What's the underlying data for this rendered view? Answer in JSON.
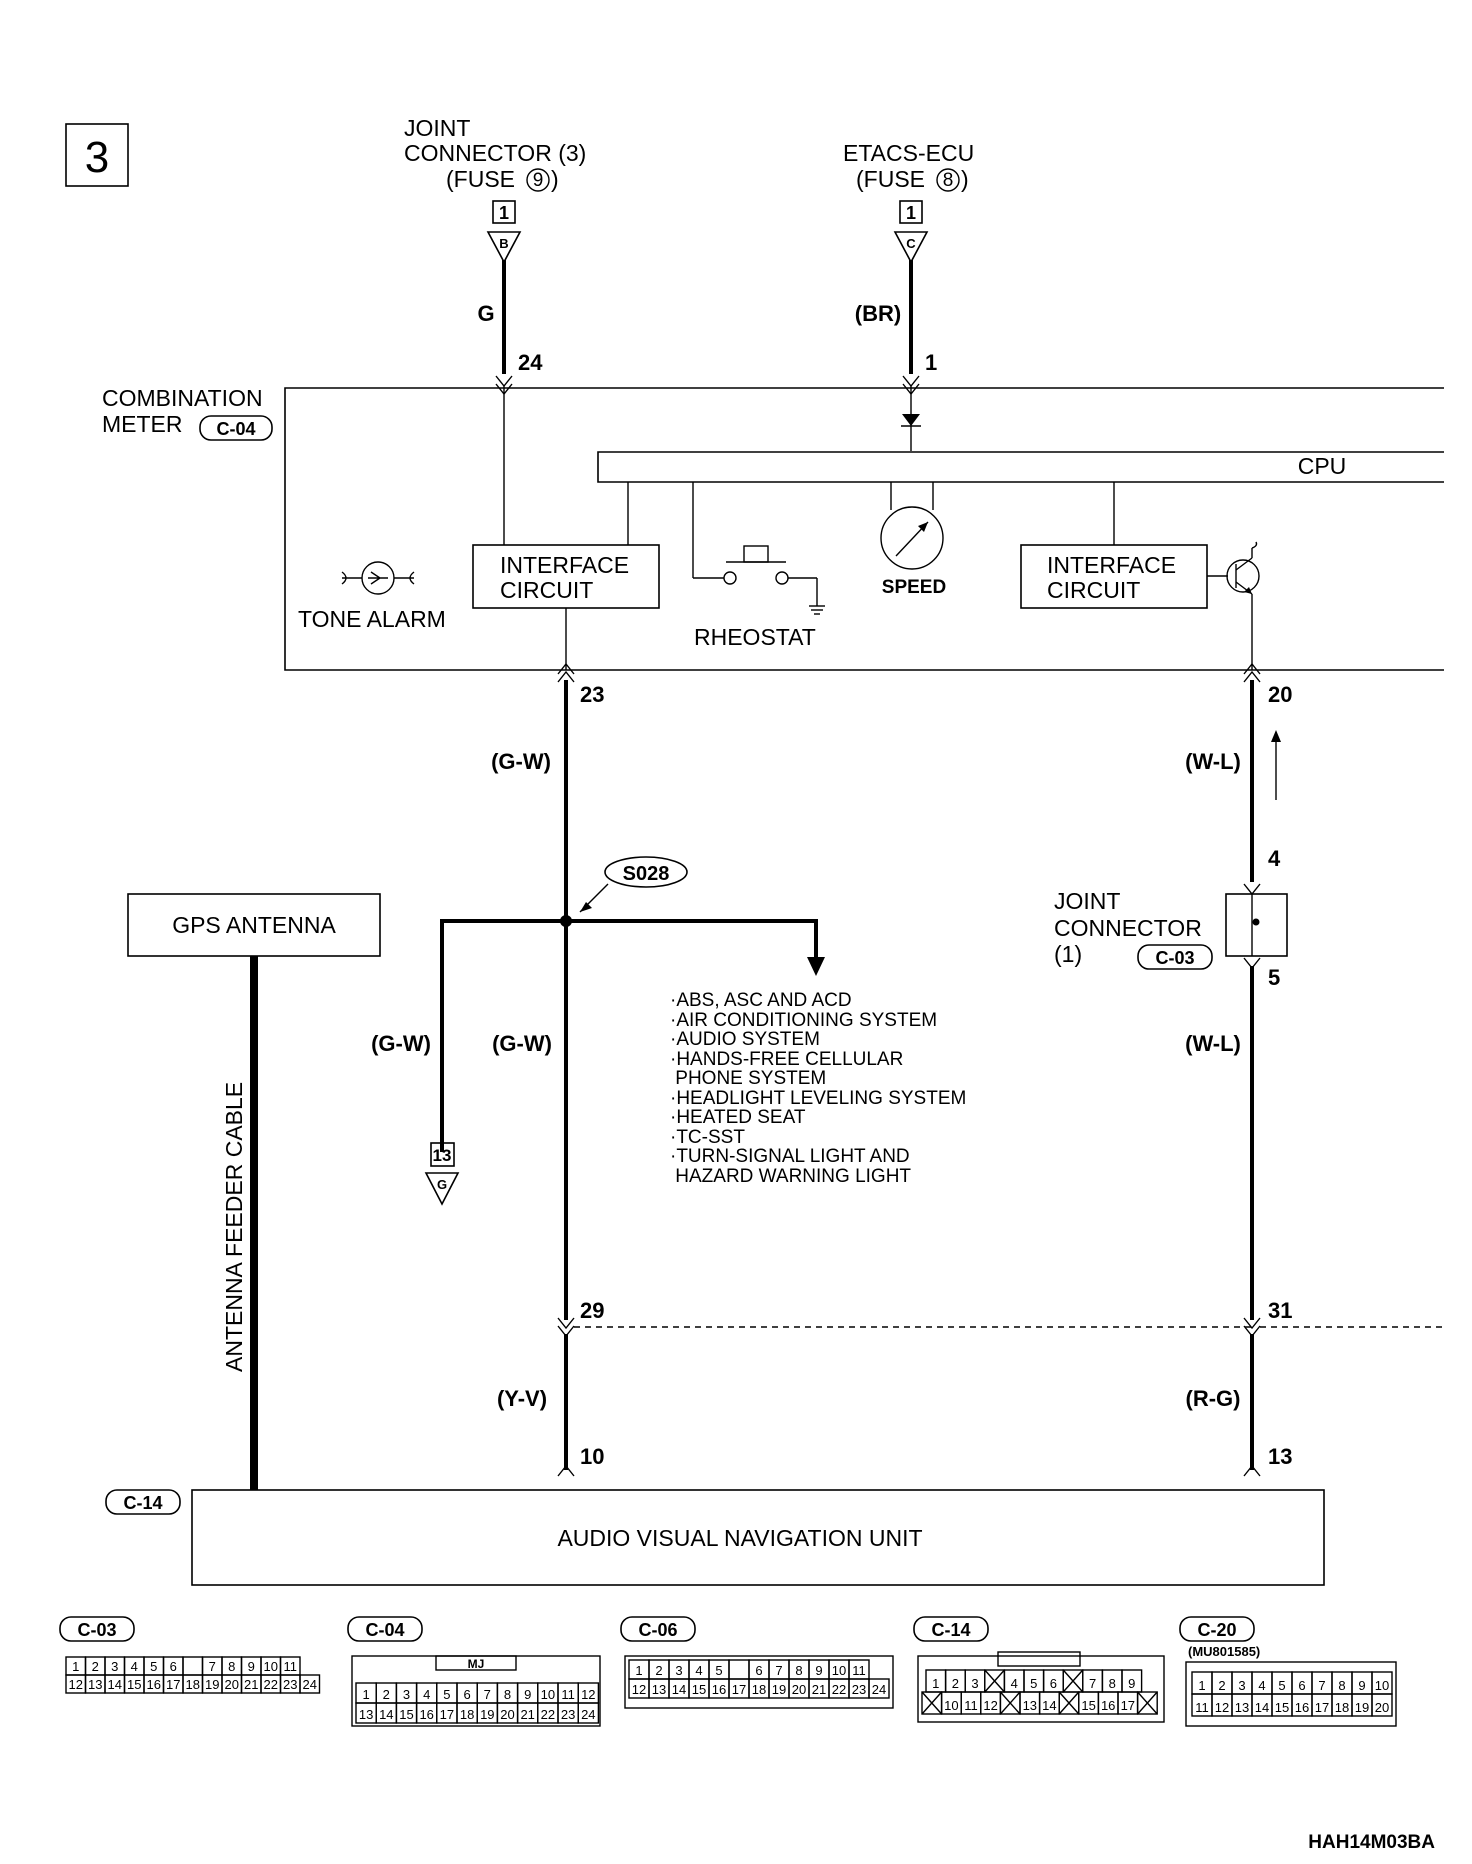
{
  "page_number": "3",
  "drawing_code": "HAH14M03BA",
  "joint_connector_3": {
    "line1": "JOINT",
    "line2": "CONNECTOR (3)",
    "fuse_prefix": "(FUSE",
    "fuse_number": "9",
    "fuse_suffix": ")",
    "terminal_box": "1",
    "terminal_letter": "B",
    "wire_color": "G",
    "pin": "24"
  },
  "etacs_ecu": {
    "line1": "ETACS-ECU",
    "fuse_prefix": "(FUSE",
    "fuse_number": "8",
    "fuse_suffix": ")",
    "terminal_box": "1",
    "terminal_letter": "C",
    "wire_color": "(BR)",
    "pin": "1"
  },
  "combination_meter": {
    "line1": "COMBINATION",
    "line2": "METER",
    "connector": "C-04",
    "cpu_label": "CPU",
    "interface_left": [
      "INTERFACE",
      "CIRCUIT"
    ],
    "interface_right": [
      "INTERFACE",
      "CIRCUIT"
    ],
    "tone_alarm": "TONE ALARM",
    "rheostat": "RHEOSTAT",
    "speed": "SPEED",
    "pin_left": "23",
    "pin_right": "20"
  },
  "left_circuit": {
    "wire_upper": "(G-W)",
    "splice": "S028",
    "branch_wire": "(G-W)",
    "wire_lower": "(G-W)",
    "terminal_box": "13",
    "terminal_letter": "G",
    "pin_29": "29",
    "wire_bottom": "(Y-V)",
    "pin_10": "10"
  },
  "branch_list": [
    "·ABS, ASC AND ACD",
    "·AIR CONDITIONING SYSTEM",
    "·AUDIO SYSTEM",
    "·HANDS-FREE CELLULAR",
    " PHONE SYSTEM",
    "·HEADLIGHT LEVELING SYSTEM",
    "·HEATED SEAT",
    "·TC-SST",
    "·TURN-SIGNAL LIGHT AND",
    " HAZARD WARNING LIGHT"
  ],
  "right_circuit": {
    "wire_upper": "(W-L)",
    "pin_4": "4",
    "joint_line1": "JOINT",
    "joint_line2": "CONNECTOR",
    "joint_line3": "(1)",
    "joint_connector": "C-03",
    "pin_5": "5",
    "wire_lower": "(W-L)",
    "pin_31": "31",
    "wire_bottom": "(R-G)",
    "pin_13": "13"
  },
  "gps": {
    "antenna": "GPS ANTENNA",
    "cable": "ANTENNA FEEDER CABLE"
  },
  "av_unit": {
    "connector": "C-14",
    "label": "AUDIO VISUAL NAVIGATION UNIT"
  },
  "connectors": [
    {
      "id": "C-03",
      "top": [
        "1",
        "2",
        "3",
        "4",
        "5",
        "6",
        "",
        "7",
        "8",
        "9",
        "10",
        "11"
      ],
      "bottom": [
        "12",
        "13",
        "14",
        "15",
        "16",
        "17",
        "18",
        "19",
        "20",
        "21",
        "22",
        "23",
        "24"
      ]
    },
    {
      "id": "C-04",
      "tab": "MJ",
      "top": [
        "1",
        "2",
        "3",
        "4",
        "5",
        "6",
        "7",
        "8",
        "9",
        "10",
        "11",
        "12"
      ],
      "bottom": [
        "13",
        "14",
        "15",
        "16",
        "17",
        "18",
        "19",
        "20",
        "21",
        "22",
        "23",
        "24"
      ]
    },
    {
      "id": "C-06",
      "top": [
        "1",
        "2",
        "3",
        "4",
        "5",
        "",
        "6",
        "7",
        "8",
        "9",
        "10",
        "11"
      ],
      "bottom": [
        "12",
        "13",
        "14",
        "15",
        "16",
        "17",
        "18",
        "19",
        "20",
        "21",
        "22",
        "23",
        "24"
      ]
    },
    {
      "id": "C-14",
      "top": [
        "1",
        "2",
        "3",
        "X",
        "4",
        "5",
        "6",
        "X",
        "7",
        "8",
        "9"
      ],
      "bottom": [
        "X",
        "10",
        "11",
        "12",
        "X",
        "13",
        "14",
        "X",
        "15",
        "16",
        "17",
        "X"
      ]
    },
    {
      "id": "C-20",
      "part": "(MU801585)",
      "top": [
        "1",
        "2",
        "3",
        "4",
        "5",
        "6",
        "7",
        "8",
        "9",
        "10"
      ],
      "bottom": [
        "11",
        "12",
        "13",
        "14",
        "15",
        "16",
        "17",
        "18",
        "19",
        "20"
      ]
    }
  ]
}
